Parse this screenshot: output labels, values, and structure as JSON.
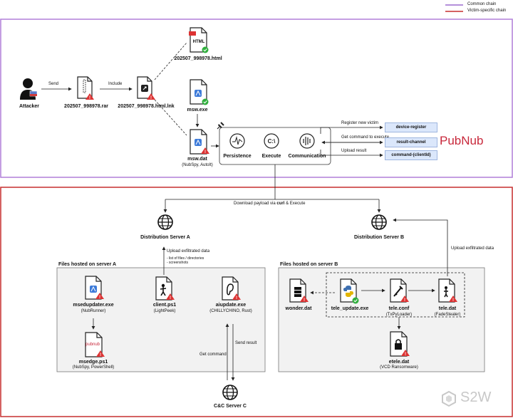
{
  "legend": {
    "common_chain": "Common chain",
    "victim_chain": "Victim-specific chain",
    "common_color": "#9b6ccf",
    "victim_color": "#c62f2f"
  },
  "top": {
    "attacker": "Attacker",
    "send": "Send",
    "include": "Include",
    "rar": "202507_998978.rar",
    "lnk": "202507_998978.html.lnk",
    "html_doc_label": "HTML",
    "html_file": "202507_998978.html",
    "msw_exe": "msw.exe",
    "msw_dat": "msw.dat",
    "msw_dat_sub": "(NubSpy, AutoIt)",
    "modules": [
      "Persistence",
      "Execute",
      "Communication"
    ],
    "register": "Register new victim",
    "get_cmd": "Get command to execute",
    "upload": "Upload result",
    "channels": [
      "device-register",
      "result-channel",
      "command-(clientId)"
    ],
    "pubnub": "PubNub"
  },
  "bottom": {
    "download": "Download payload via",
    "download_curl": "curl",
    "download_tail": "& Execute",
    "server_a": "Distribution Server A",
    "server_b": "Distribution Server B",
    "upload_a": "Upload exfiltrated data",
    "upload_a_items": [
      "- list of files / directories",
      "- screenshots"
    ],
    "upload_b": "Upload exfiltrated data",
    "files_a": "Files hosted on server A",
    "files_b": "Files hosted on server B",
    "msedupdater": "msedupdater.exe",
    "msedupdater_sub": "(NubRunner)",
    "msedge": "msedge.ps1",
    "msedge_sub": "(NubSpy, PowerShell)",
    "pubnub_small": "pubnub",
    "client": "client.ps1",
    "client_sub": "(LightPeek)",
    "aiupdate": "aiupdate.exe",
    "aiupdate_sub": "(CHILLYCHINO, Rust)",
    "get_command": "Get command",
    "send_result": "Send result",
    "cc": "C&C Server C",
    "wonder": "wonder.dat",
    "tele_update": "tele_update.exe",
    "tele_conf": "tele.conf",
    "tele_conf_sub": "(TxPyLoader)",
    "tele_dat": "tele.dat",
    "tele_dat_sub": "(FadeStealer)",
    "etele": "etele.dat",
    "etele_sub": "(VCD Ransomware)",
    "watermark": "S2W"
  }
}
